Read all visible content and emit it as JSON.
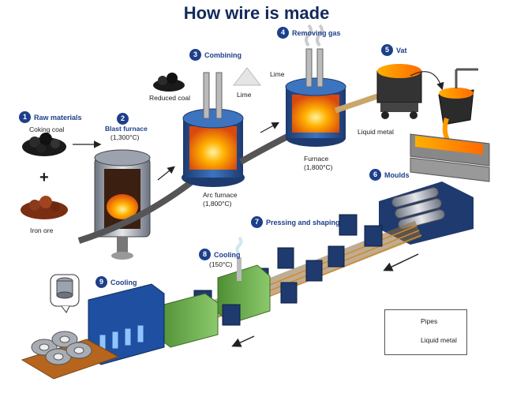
{
  "title": "How wire is made",
  "colors": {
    "accent": "#1d3f8a",
    "steel": "#2c5f9e",
    "molten": "#ff8a00",
    "machine_green": "#6bb14a"
  },
  "steps": [
    {
      "n": "1",
      "label": "Raw materials"
    },
    {
      "n": "2",
      "label": "Blast furnace"
    },
    {
      "n": "3",
      "label": "Combining"
    },
    {
      "n": "4",
      "label": "Removing gas"
    },
    {
      "n": "5",
      "label": "Vat"
    },
    {
      "n": "6",
      "label": "Moulds"
    },
    {
      "n": "7",
      "label": "Pressing and shaping"
    },
    {
      "n": "8",
      "label": "Cooling"
    },
    {
      "n": "9",
      "label": "Cooling"
    }
  ],
  "labels": {
    "coking_coal": "Coking coal",
    "plus": "+",
    "iron_ore": "Iron ore",
    "blast_temp": "(1,300°C)",
    "reduced_coal": "Reduced coal",
    "lime_1": "Lime",
    "arc_furnace": "Arc furnace",
    "arc_temp": "(1,800°C)",
    "lime_2": "Lime",
    "furnace": "Furnace",
    "furnace_temp": "(1,800°C)",
    "liquid_metal": "Liquid metal",
    "cooling_temp": "(150°C)"
  },
  "legend": [
    {
      "label": "Pipes",
      "icon": "pipe-icon"
    },
    {
      "label": "Liquid metal",
      "icon": "liquid-metal-rod-icon"
    }
  ]
}
